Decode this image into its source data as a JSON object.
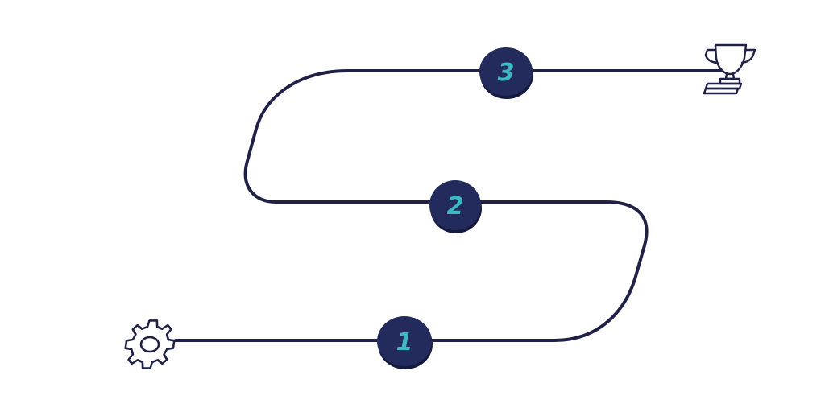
{
  "colors": {
    "path": "#1f2147",
    "marker_fill": "#232a5c",
    "marker_shadow": "#161a3d",
    "number": "#3eb8c4",
    "background": "#ffffff"
  },
  "icons": {
    "start": "gear-icon",
    "end": "trophy-icon"
  },
  "steps": [
    {
      "label": "1"
    },
    {
      "label": "2"
    },
    {
      "label": "3"
    }
  ]
}
